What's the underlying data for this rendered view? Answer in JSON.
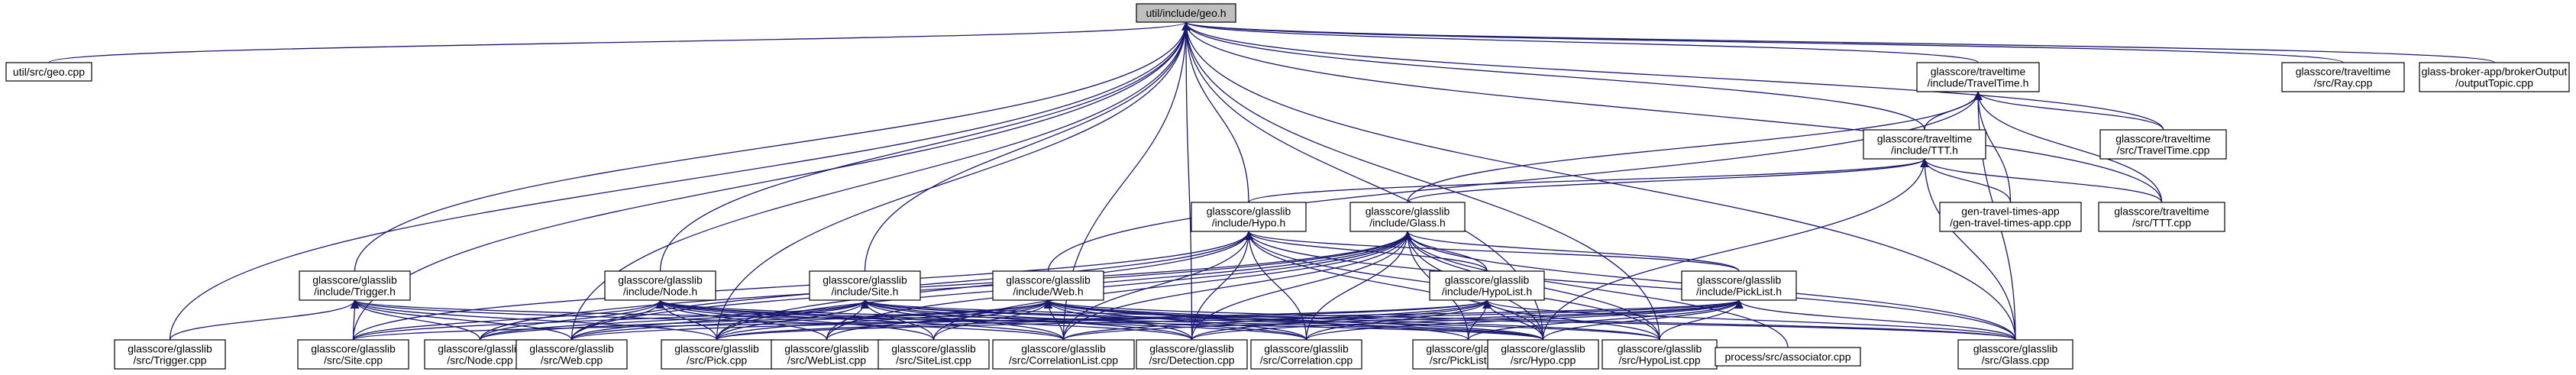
{
  "graph": {
    "title": "util/include/geo.h",
    "colors": {
      "edge": "#191970",
      "node_border": "#000000",
      "root_fill": "#bfbfbf",
      "node_fill": "#ffffff"
    },
    "nodes": [
      {
        "id": "geo_h",
        "lines": [
          "util/include/geo.h"
        ]
      },
      {
        "id": "geo_cpp",
        "lines": [
          "util/src/geo.cpp"
        ]
      },
      {
        "id": "traveltime_h",
        "lines": [
          "glasscore/traveltime",
          "/include/TravelTime.h"
        ]
      },
      {
        "id": "ray_cpp",
        "lines": [
          "glasscore/traveltime",
          "/src/Ray.cpp"
        ]
      },
      {
        "id": "outputtopic_cpp",
        "lines": [
          "glass-broker-app/brokerOutput",
          "/outputTopic.cpp"
        ]
      },
      {
        "id": "ttt_h",
        "lines": [
          "glasscore/traveltime",
          "/include/TTT.h"
        ]
      },
      {
        "id": "traveltime_cpp",
        "lines": [
          "glasscore/traveltime",
          "/src/TravelTime.cpp"
        ]
      },
      {
        "id": "gen_tt_cpp",
        "lines": [
          "gen-travel-times-app",
          "/gen-travel-times-app.cpp"
        ]
      },
      {
        "id": "ttt_cpp",
        "lines": [
          "glasscore/traveltime",
          "/src/TTT.cpp"
        ]
      },
      {
        "id": "hypo_h",
        "lines": [
          "glasscore/glasslib",
          "/include/Hypo.h"
        ]
      },
      {
        "id": "glass_h",
        "lines": [
          "glasscore/glasslib",
          "/include/Glass.h"
        ]
      },
      {
        "id": "trigger_h",
        "lines": [
          "glasscore/glasslib",
          "/include/Trigger.h"
        ]
      },
      {
        "id": "node_h",
        "lines": [
          "glasscore/glasslib",
          "/include/Node.h"
        ]
      },
      {
        "id": "site_h",
        "lines": [
          "glasscore/glasslib",
          "/include/Site.h"
        ]
      },
      {
        "id": "web_h",
        "lines": [
          "glasscore/glasslib",
          "/include/Web.h"
        ]
      },
      {
        "id": "hypolist_h",
        "lines": [
          "glasscore/glasslib",
          "/include/HypoList.h"
        ]
      },
      {
        "id": "picklist_h",
        "lines": [
          "glasscore/glasslib",
          "/include/PickList.h"
        ]
      },
      {
        "id": "trigger_cpp",
        "lines": [
          "glasscore/glasslib",
          "/src/Trigger.cpp"
        ]
      },
      {
        "id": "site_cpp",
        "lines": [
          "glasscore/glasslib",
          "/src/Site.cpp"
        ]
      },
      {
        "id": "node_cpp",
        "lines": [
          "glasscore/glasslib",
          "/src/Node.cpp"
        ]
      },
      {
        "id": "web_cpp",
        "lines": [
          "glasscore/glasslib",
          "/src/Web.cpp"
        ]
      },
      {
        "id": "pick_cpp",
        "lines": [
          "glasscore/glasslib",
          "/src/Pick.cpp"
        ]
      },
      {
        "id": "weblist_cpp",
        "lines": [
          "glasscore/glasslib",
          "/src/WebList.cpp"
        ]
      },
      {
        "id": "sitelist_cpp",
        "lines": [
          "glasscore/glasslib",
          "/src/SiteList.cpp"
        ]
      },
      {
        "id": "corrlist_cpp",
        "lines": [
          "glasscore/glasslib",
          "/src/CorrelationList.cpp"
        ]
      },
      {
        "id": "detection_cpp",
        "lines": [
          "glasscore/glasslib",
          "/src/Detection.cpp"
        ]
      },
      {
        "id": "correlation_cpp",
        "lines": [
          "glasscore/glasslib",
          "/src/Correlation.cpp"
        ]
      },
      {
        "id": "picklist_cpp",
        "lines": [
          "glasscore/glasslib",
          "/src/PickList.cpp"
        ]
      },
      {
        "id": "hypo_cpp",
        "lines": [
          "glasscore/glasslib",
          "/src/Hypo.cpp"
        ]
      },
      {
        "id": "hypolist_cpp",
        "lines": [
          "glasscore/glasslib",
          "/src/HypoList.cpp"
        ]
      },
      {
        "id": "associator_cpp",
        "lines": [
          "process/src/associator.cpp"
        ]
      },
      {
        "id": "glass_cpp",
        "lines": [
          "glasscore/glasslib",
          "/src/Glass.cpp"
        ]
      }
    ],
    "edges": [
      [
        "geo_h",
        "geo_cpp"
      ],
      [
        "geo_h",
        "traveltime_h"
      ],
      [
        "geo_h",
        "ray_cpp"
      ],
      [
        "geo_h",
        "outputtopic_cpp"
      ],
      [
        "geo_h",
        "ttt_h"
      ],
      [
        "geo_h",
        "traveltime_cpp"
      ],
      [
        "geo_h",
        "ttt_cpp"
      ],
      [
        "geo_h",
        "hypo_h"
      ],
      [
        "geo_h",
        "trigger_h"
      ],
      [
        "geo_h",
        "node_h"
      ],
      [
        "geo_h",
        "site_h"
      ],
      [
        "geo_h",
        "trigger_cpp"
      ],
      [
        "geo_h",
        "site_cpp"
      ],
      [
        "geo_h",
        "web_cpp"
      ],
      [
        "geo_h",
        "pick_cpp"
      ],
      [
        "geo_h",
        "corrlist_cpp"
      ],
      [
        "geo_h",
        "detection_cpp"
      ],
      [
        "geo_h",
        "hypo_cpp"
      ],
      [
        "geo_h",
        "hypolist_cpp"
      ],
      [
        "geo_h",
        "glass_cpp"
      ],
      [
        "traveltime_h",
        "ttt_h"
      ],
      [
        "traveltime_h",
        "traveltime_cpp"
      ],
      [
        "traveltime_h",
        "gen_tt_cpp"
      ],
      [
        "traveltime_h",
        "ttt_cpp"
      ],
      [
        "traveltime_h",
        "glass_h"
      ],
      [
        "traveltime_h",
        "web_h"
      ],
      [
        "traveltime_h",
        "glass_cpp"
      ],
      [
        "ttt_h",
        "ttt_cpp"
      ],
      [
        "ttt_h",
        "gen_tt_cpp"
      ],
      [
        "ttt_h",
        "hypo_h"
      ],
      [
        "ttt_h",
        "glass_h"
      ],
      [
        "ttt_h",
        "hypo_cpp"
      ],
      [
        "ttt_h",
        "glass_cpp"
      ],
      [
        "hypo_h",
        "hypolist_h"
      ],
      [
        "hypo_h",
        "picklist_h"
      ],
      [
        "hypo_h",
        "site_cpp"
      ],
      [
        "hypo_h",
        "web_cpp"
      ],
      [
        "hypo_h",
        "pick_cpp"
      ],
      [
        "hypo_h",
        "corrlist_cpp"
      ],
      [
        "hypo_h",
        "detection_cpp"
      ],
      [
        "hypo_h",
        "correlation_cpp"
      ],
      [
        "hypo_h",
        "hypo_cpp"
      ],
      [
        "hypo_h",
        "hypolist_cpp"
      ],
      [
        "hypo_h",
        "glass_cpp"
      ],
      [
        "glass_h",
        "hypolist_h"
      ],
      [
        "glass_h",
        "picklist_h"
      ],
      [
        "glass_h",
        "node_cpp"
      ],
      [
        "glass_h",
        "web_cpp"
      ],
      [
        "glass_h",
        "pick_cpp"
      ],
      [
        "glass_h",
        "weblist_cpp"
      ],
      [
        "glass_h",
        "sitelist_cpp"
      ],
      [
        "glass_h",
        "corrlist_cpp"
      ],
      [
        "glass_h",
        "detection_cpp"
      ],
      [
        "glass_h",
        "correlation_cpp"
      ],
      [
        "glass_h",
        "picklist_cpp"
      ],
      [
        "glass_h",
        "hypo_cpp"
      ],
      [
        "glass_h",
        "hypolist_cpp"
      ],
      [
        "glass_h",
        "associator_cpp"
      ],
      [
        "glass_h",
        "glass_cpp"
      ],
      [
        "trigger_h",
        "trigger_cpp"
      ],
      [
        "trigger_h",
        "site_cpp"
      ],
      [
        "trigger_h",
        "node_cpp"
      ],
      [
        "trigger_h",
        "web_cpp"
      ],
      [
        "trigger_h",
        "pick_cpp"
      ],
      [
        "trigger_h",
        "corrlist_cpp"
      ],
      [
        "trigger_h",
        "hypo_cpp"
      ],
      [
        "node_h",
        "site_cpp"
      ],
      [
        "node_h",
        "node_cpp"
      ],
      [
        "node_h",
        "web_cpp"
      ],
      [
        "node_h",
        "pick_cpp"
      ],
      [
        "node_h",
        "weblist_cpp"
      ],
      [
        "node_h",
        "sitelist_cpp"
      ],
      [
        "node_h",
        "corrlist_cpp"
      ],
      [
        "node_h",
        "detection_cpp"
      ],
      [
        "node_h",
        "correlation_cpp"
      ],
      [
        "node_h",
        "hypo_cpp"
      ],
      [
        "site_h",
        "site_cpp"
      ],
      [
        "site_h",
        "node_cpp"
      ],
      [
        "site_h",
        "web_cpp"
      ],
      [
        "site_h",
        "pick_cpp"
      ],
      [
        "site_h",
        "weblist_cpp"
      ],
      [
        "site_h",
        "sitelist_cpp"
      ],
      [
        "site_h",
        "corrlist_cpp"
      ],
      [
        "site_h",
        "detection_cpp"
      ],
      [
        "site_h",
        "correlation_cpp"
      ],
      [
        "site_h",
        "hypo_cpp"
      ],
      [
        "site_h",
        "hypolist_cpp"
      ],
      [
        "site_h",
        "glass_cpp"
      ],
      [
        "web_h",
        "node_cpp"
      ],
      [
        "web_h",
        "web_cpp"
      ],
      [
        "web_h",
        "pick_cpp"
      ],
      [
        "web_h",
        "weblist_cpp"
      ],
      [
        "web_h",
        "sitelist_cpp"
      ],
      [
        "web_h",
        "corrlist_cpp"
      ],
      [
        "web_h",
        "detection_cpp"
      ],
      [
        "web_h",
        "correlation_cpp"
      ],
      [
        "web_h",
        "picklist_cpp"
      ],
      [
        "web_h",
        "hypo_cpp"
      ],
      [
        "web_h",
        "hypolist_cpp"
      ],
      [
        "web_h",
        "glass_cpp"
      ],
      [
        "hypolist_h",
        "web_cpp"
      ],
      [
        "hypolist_h",
        "pick_cpp"
      ],
      [
        "hypolist_h",
        "corrlist_cpp"
      ],
      [
        "hypolist_h",
        "detection_cpp"
      ],
      [
        "hypolist_h",
        "correlation_cpp"
      ],
      [
        "hypolist_h",
        "picklist_cpp"
      ],
      [
        "hypolist_h",
        "hypo_cpp"
      ],
      [
        "hypolist_h",
        "hypolist_cpp"
      ],
      [
        "hypolist_h",
        "glass_cpp"
      ],
      [
        "picklist_h",
        "site_cpp"
      ],
      [
        "picklist_h",
        "pick_cpp"
      ],
      [
        "picklist_h",
        "corrlist_cpp"
      ],
      [
        "picklist_h",
        "detection_cpp"
      ],
      [
        "picklist_h",
        "correlation_cpp"
      ],
      [
        "picklist_h",
        "picklist_cpp"
      ],
      [
        "picklist_h",
        "hypo_cpp"
      ],
      [
        "picklist_h",
        "hypolist_cpp"
      ],
      [
        "picklist_h",
        "glass_cpp"
      ]
    ]
  }
}
